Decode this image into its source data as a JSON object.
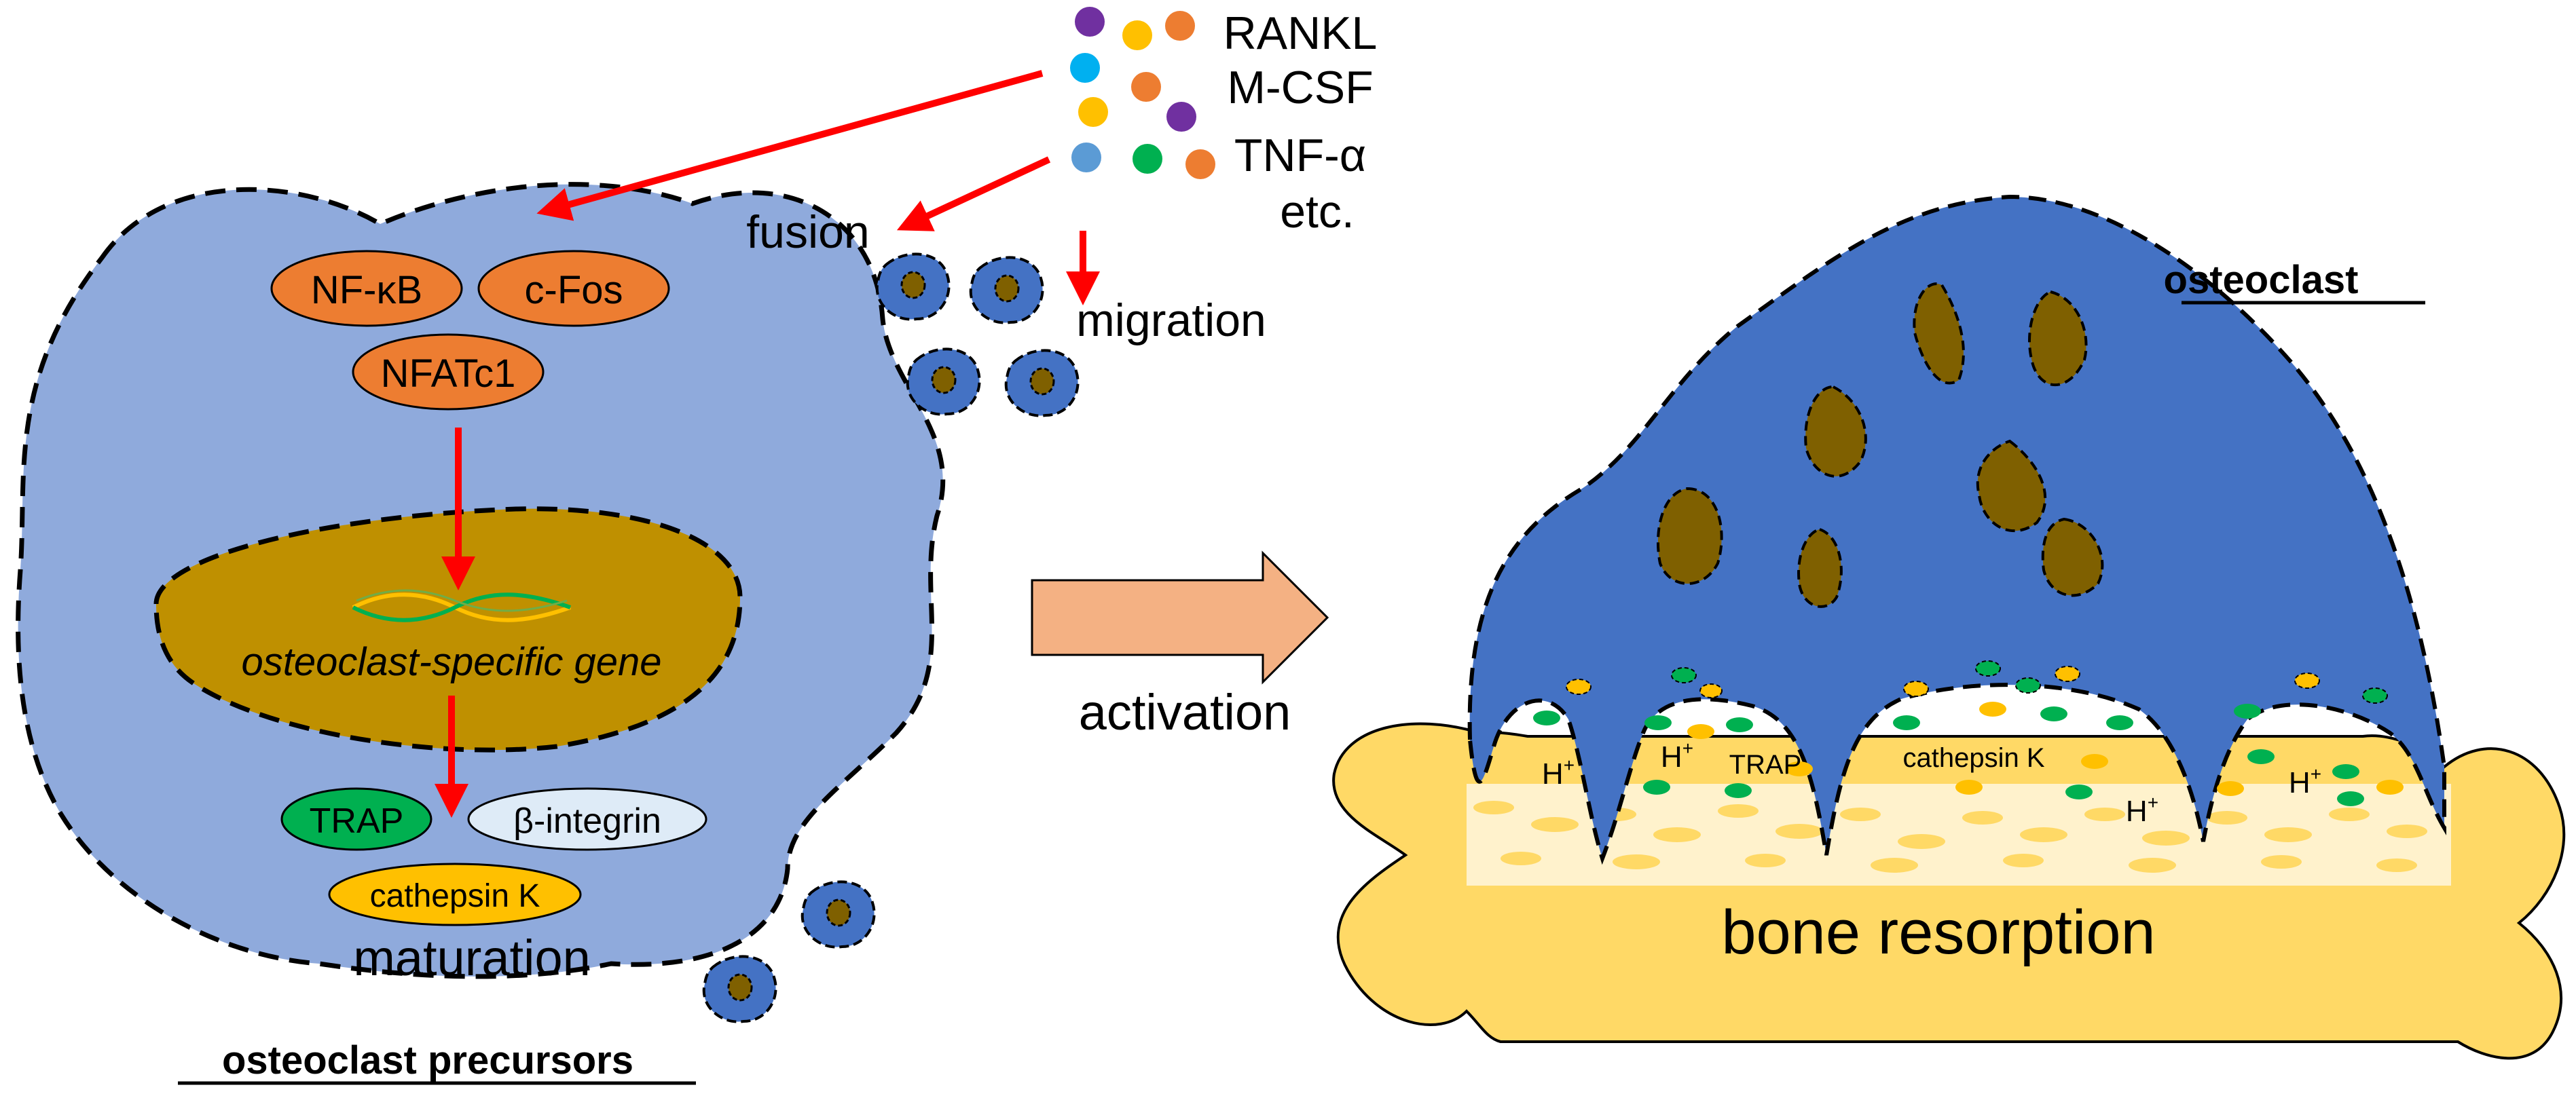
{
  "factors": {
    "line1": "RANKL",
    "line2": "M-CSF",
    "line3": "TNF-α",
    "line4": "etc."
  },
  "labels": {
    "fusion": "fusion",
    "migration": "migration",
    "activation": "activation",
    "maturation": "maturation",
    "precursors_title": "osteoclast precursors",
    "osteoclast_title": "osteoclast",
    "bone_resorption": "bone resorption"
  },
  "nodes": {
    "nfkb": "NF-κB",
    "cfos": "c-Fos",
    "nfatc1": "NFATc1",
    "gene": "osteoclast-specific gene",
    "trap": "TRAP",
    "integrin": "β-integrin",
    "cathepsin": "cathepsin K"
  },
  "resorption_labels": {
    "h1": "H",
    "h2": "H",
    "h3": "H",
    "h4": "H",
    "plus": "+",
    "trap": "TRAP",
    "cathepsin": "cathepsin K"
  },
  "colors": {
    "precursor_cell": "#8faadc",
    "osteoclast": "#4472c4",
    "nucleus": "#bf9000",
    "nucleus_small": "#7f6000",
    "orange": "#ed7d31",
    "green": "#00b050",
    "yellow": "#ffc000",
    "purple": "#7030a0",
    "blue": "#00b0f0",
    "light_blue": "#5b9bd5",
    "bone": "#ffd966",
    "bone_surface": "#fff2cc",
    "arrow_red": "#ff0000",
    "activation_arrow": "#f4b183",
    "integrin_fill": "#deebf7"
  }
}
